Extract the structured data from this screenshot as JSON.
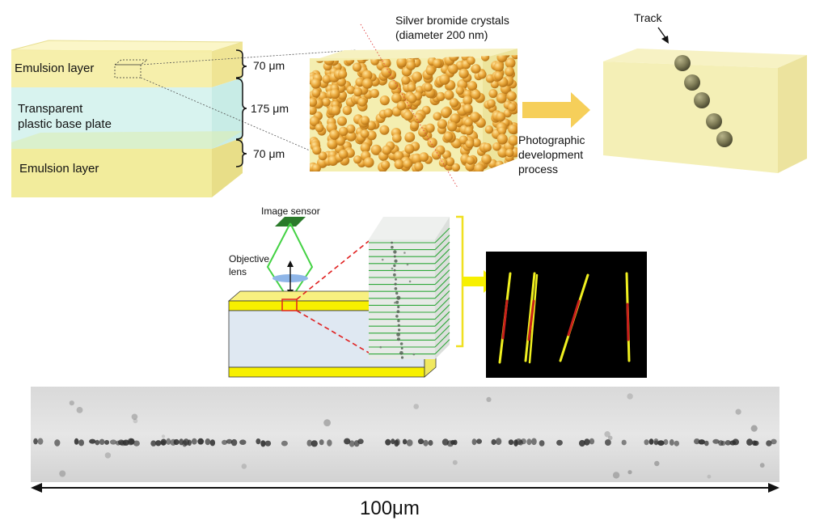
{
  "layers": {
    "top_emulsion": "Emulsion layer",
    "base_line1": "Transparent",
    "base_line2": "plastic base plate",
    "bottom_emulsion": "Emulsion layer"
  },
  "thickness": {
    "top": "70 μm",
    "middle": "175 μm",
    "bottom": "70 μm"
  },
  "crystals": {
    "line1": "Silver bromide crystals",
    "line2": "(diameter 200 nm)"
  },
  "process": {
    "line1": "Photographic",
    "line2": "development",
    "line3": "process"
  },
  "track_label": "Track",
  "microscope": {
    "sensor": "Image sensor",
    "lens_line1": "Objective",
    "lens_line2": "lens"
  },
  "scale": {
    "label": "100μm"
  },
  "colors": {
    "emulsion": "#f5eea0",
    "base": "#d6f4f0",
    "crystal": "#e0a030",
    "arrow_orange": "#f6cf5a",
    "highlight_yellow": "#f7f000",
    "frame_green": "#2fa83a",
    "tracks_bg": "#000000",
    "track_yellow": "#f0f020",
    "track_red": "#c8201c"
  }
}
